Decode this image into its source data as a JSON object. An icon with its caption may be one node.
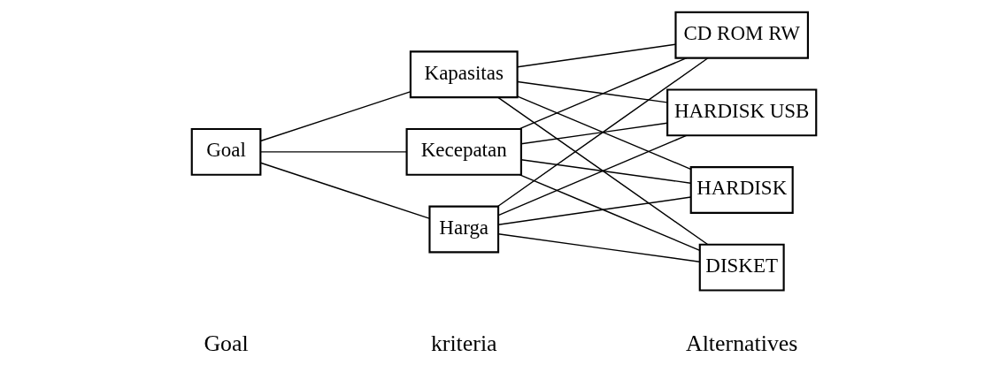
{
  "diagram": {
    "nodes": [
      {
        "text": [
          "Goal"
        ]
      },
      {
        "text": [
          "Kapasitas"
        ]
      },
      {
        "text": [
          "Kecepatan"
        ]
      },
      {
        "text": [
          "Harga"
        ]
      },
      {
        "text": [
          "HARDISK USB"
        ]
      },
      {
        "text": [
          "HARDISK"
        ]
      },
      {
        "text": [
          "DISKET"
        ]
      },
      {
        "text": [
          "CD ROM RW"
        ]
      }
    ],
    "edges": [
      {
        "from": 0,
        "to": 1,
        "arrow": "none"
      },
      {
        "from": 0,
        "to": 2,
        "arrow": "none"
      },
      {
        "from": 0,
        "to": 3,
        "arrow": "none"
      },
      {
        "from": 1,
        "to": 4,
        "arrow": "none"
      },
      {
        "from": 1,
        "to": 5,
        "arrow": "none"
      },
      {
        "from": 1,
        "to": 6,
        "arrow": "none"
      },
      {
        "from": 1,
        "to": 7,
        "arrow": "none"
      },
      {
        "from": 2,
        "to": 4,
        "arrow": "none"
      },
      {
        "from": 2,
        "to": 5,
        "arrow": "none"
      },
      {
        "from": 2,
        "to": 6,
        "arrow": "none"
      },
      {
        "from": 2,
        "to": 7,
        "arrow": "none"
      },
      {
        "from": 3,
        "to": 4,
        "arrow": "none"
      },
      {
        "from": 3,
        "to": 5,
        "arrow": "none"
      },
      {
        "from": 3,
        "to": 6,
        "arrow": "none"
      },
      {
        "from": 3,
        "to": 7,
        "arrow": "none"
      }
    ],
    "labels": [
      "Goal",
      "kriteria",
      "Alternatives"
    ]
  }
}
